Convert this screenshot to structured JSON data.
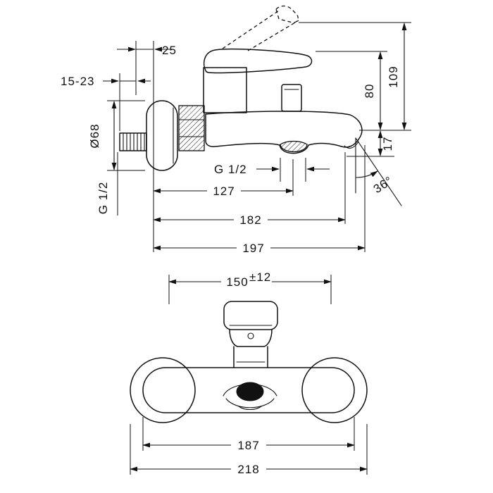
{
  "side_view": {
    "dim_offset": "25",
    "dim_depth_range": "15-23",
    "dim_diameter": "Ø68",
    "inlet_thread": "G 1/2",
    "dim_height_total": "109",
    "dim_height_body": "80",
    "dim_spout_drop": "17",
    "spout_angle": "36°",
    "shower_thread": "G 1/2",
    "dim_reach_shower": "127",
    "dim_reach_spout": "182",
    "dim_reach_total": "197"
  },
  "front_view": {
    "dim_center_distance": "150",
    "dim_center_tolerance": "±12",
    "dim_body_width": "187",
    "dim_total_width": "218"
  }
}
